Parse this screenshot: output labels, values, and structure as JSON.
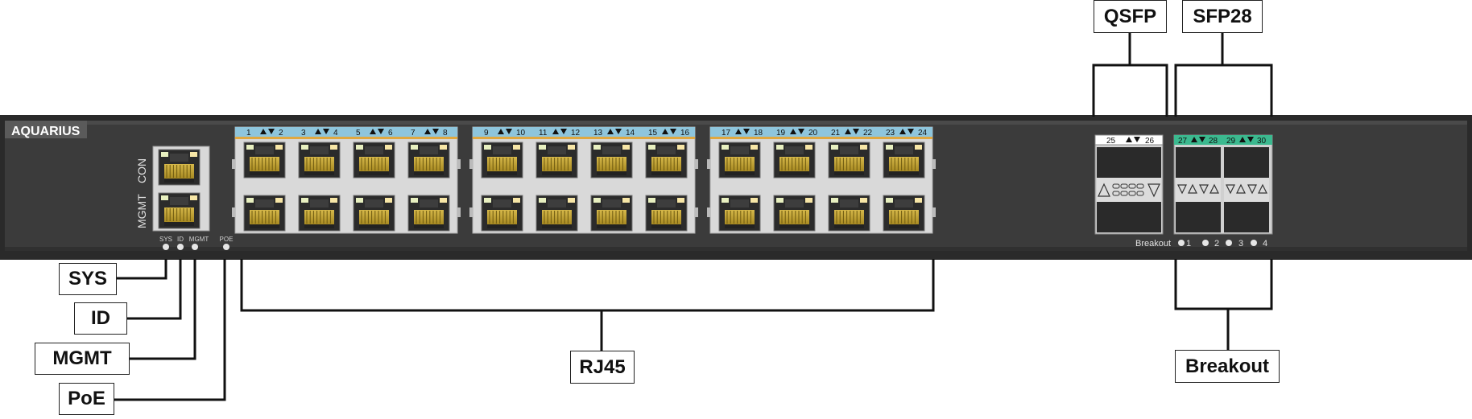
{
  "brand": "AQUARIUS",
  "console": {
    "con_label": "CON",
    "mgmt_label": "MGMT"
  },
  "leds": {
    "sys": "SYS",
    "id": "ID",
    "mgmt": "MGMT",
    "poe": "POE"
  },
  "rj45_groups": [
    {
      "labels": [
        "1",
        "2",
        "3",
        "4",
        "5",
        "6",
        "7",
        "8"
      ]
    },
    {
      "labels": [
        "9",
        "10",
        "11",
        "12",
        "13",
        "14",
        "15",
        "16"
      ]
    },
    {
      "labels": [
        "17",
        "18",
        "19",
        "20",
        "21",
        "22",
        "23",
        "24"
      ]
    }
  ],
  "qsfp": {
    "labels": [
      "25",
      "26"
    ]
  },
  "sfp28": {
    "labels": [
      "27",
      "28",
      "29",
      "30"
    ]
  },
  "breakout": {
    "label": "Breakout",
    "numbers": [
      "1",
      "2",
      "3",
      "4"
    ]
  },
  "callouts": {
    "qsfp": "QSFP",
    "sfp28": "SFP28",
    "sys": "SYS",
    "id": "ID",
    "mgmt": "MGMT",
    "poe": "PoE",
    "rj45": "RJ45",
    "breakout": "Breakout"
  },
  "colors": {
    "chassis": "#2e2e2e",
    "faceplate": "#3a3a3a",
    "rj45_label_bar": "#8ec5dc",
    "sfp28_label_bar": "#3bb98f",
    "port_gold": "#c8a830",
    "port_led_left": "#e8f0c0",
    "port_led_right": "#f7e6a6"
  }
}
